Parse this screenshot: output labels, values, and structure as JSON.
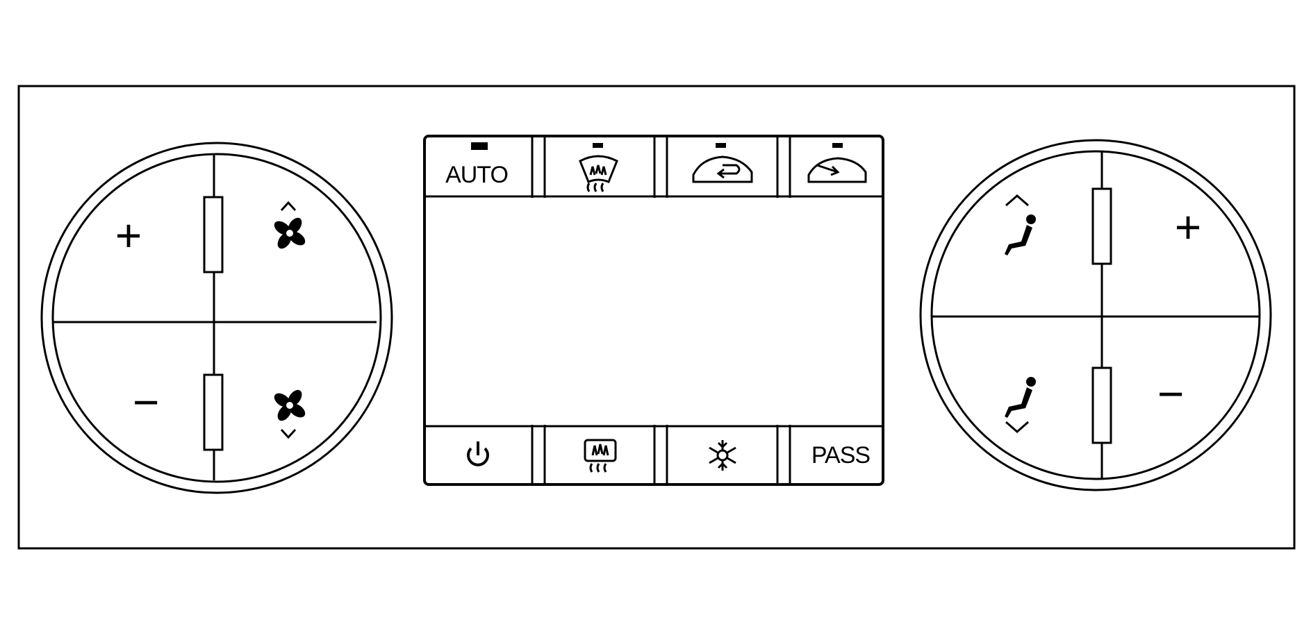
{
  "panel": {
    "left_knob": {
      "plus_label": "+",
      "minus_label": "−"
    },
    "display": {
      "top_buttons": [
        {
          "label": "AUTO",
          "icon": "auto-text"
        },
        {
          "label": "",
          "icon": "front-defrost-icon"
        },
        {
          "label": "",
          "icon": "recirculation-icon"
        },
        {
          "label": "",
          "icon": "outside-air-icon"
        }
      ],
      "bottom_buttons": [
        {
          "label": "",
          "icon": "power-icon"
        },
        {
          "label": "",
          "icon": "rear-defrost-icon"
        },
        {
          "label": "",
          "icon": "ac-snowflake-icon"
        },
        {
          "label": "PASS",
          "icon": "pass-text"
        }
      ]
    },
    "right_knob": {
      "plus_label": "+",
      "minus_label": "−"
    }
  }
}
